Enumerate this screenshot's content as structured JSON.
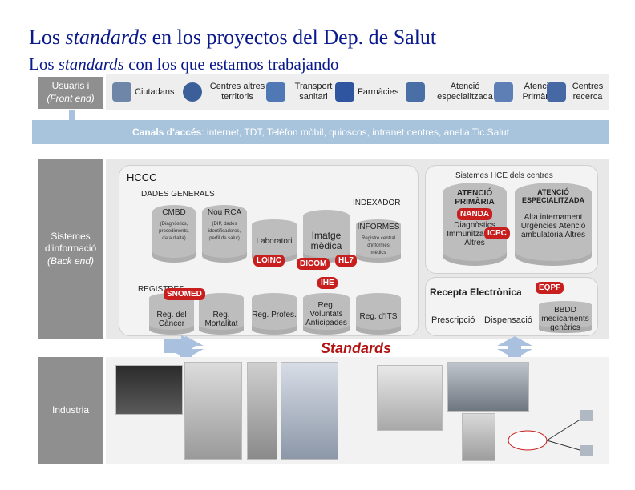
{
  "title": {
    "prefix": "Los ",
    "italic": "standards",
    "suffix": " en los proyectos del Dep. de Salut"
  },
  "subtitle": {
    "prefix": "Los ",
    "italic": "standards",
    "suffix": " con los que estamos trabajando"
  },
  "layers": {
    "users": {
      "line1": "Usuaris i",
      "line2": "(Front end)"
    },
    "backend": {
      "line1": "Sistemes",
      "line2": "d'informació",
      "line3": "(Back end)"
    },
    "industry": "Industria"
  },
  "users": [
    {
      "label": "Ciutadans",
      "icon": "people-icon",
      "color": "#6f86a8"
    },
    {
      "label": "Centres altres territoris",
      "icon": "globe-icon",
      "color": "#3c5f9a"
    },
    {
      "label": "Transport sanitari",
      "icon": "ambulance-icon",
      "color": "#4f78b4"
    },
    {
      "label": "Farmàcies",
      "icon": "pharmacy-cross-icon",
      "color": "#2f55a0"
    },
    {
      "label": "Atenció especialitzada",
      "icon": "hospital-icon",
      "color": "#4a6fa6"
    },
    {
      "label": "Atenció Primària",
      "icon": "doctor-icon",
      "color": "#5d7fb5"
    },
    {
      "label": "Centres recerca",
      "icon": "books-icon",
      "color": "#4668a4"
    }
  ],
  "channels": {
    "label": "Canals d'accés",
    "text": ": internet, TDT, Telèfon mòbil, quioscos, intranet centres, anella Tic.Salut"
  },
  "hccc": {
    "title": "HCCC",
    "dades_generals": "DADES GENERALS",
    "indexador": "INDEXADOR",
    "cmbd": {
      "title": "CMBD",
      "sub1": "(Diagnòstics,",
      "sub2": "procediments,",
      "sub3": "data d'alta)"
    },
    "nourca": {
      "title": "Nou RCA",
      "sub1": "(DIP, dades",
      "sub2": "identificadores,",
      "sub3": "perfil de salut)"
    },
    "laboratori": "Laboratori",
    "imatge": "Imatge mèdica",
    "informes": {
      "title": "INFORMES",
      "sub1": "Registre central",
      "sub2": "d'informes",
      "sub3": "mèdics"
    },
    "loinc": "LOINC",
    "dicom": "DICOM",
    "hl7": "HL7",
    "ihe": "IHE",
    "registres": "REGISTRES",
    "snomed": "SNOMED",
    "reg_cancer": "Reg. del Càncer",
    "reg_mortalitat": "Reg. Mortalitat",
    "reg_profes": "Reg. Profes.",
    "reg_voluntats": "Reg. Voluntats Anticipades",
    "reg_its": "Reg. d'ITS"
  },
  "hce": {
    "title": "Sistemes HCE dels centres",
    "primaria": {
      "title": "ATENCIÓ PRIMÀRIA",
      "body": "Diagnòstics Immunitzacions Altres"
    },
    "especialitzada": {
      "title": "ATENCIÓ ESPECIALITZADA",
      "body": "Alta internament Urgències Atenció ambulatòria Altres"
    },
    "nanda": "NANDA",
    "icpc": "ICPC"
  },
  "recepta": {
    "title": "Recepta Electrònica",
    "eqpf": "EQPF",
    "prescripcio": "Prescripció",
    "dispensacio": "Dispensació",
    "bbdd": "BBDD medicaments genèrics"
  },
  "standards_label": "Standards",
  "colors": {
    "title": "#0a1a8c",
    "red": "#c81e1e",
    "arrow": "#a9c1de",
    "band": "#8f8f8f"
  }
}
